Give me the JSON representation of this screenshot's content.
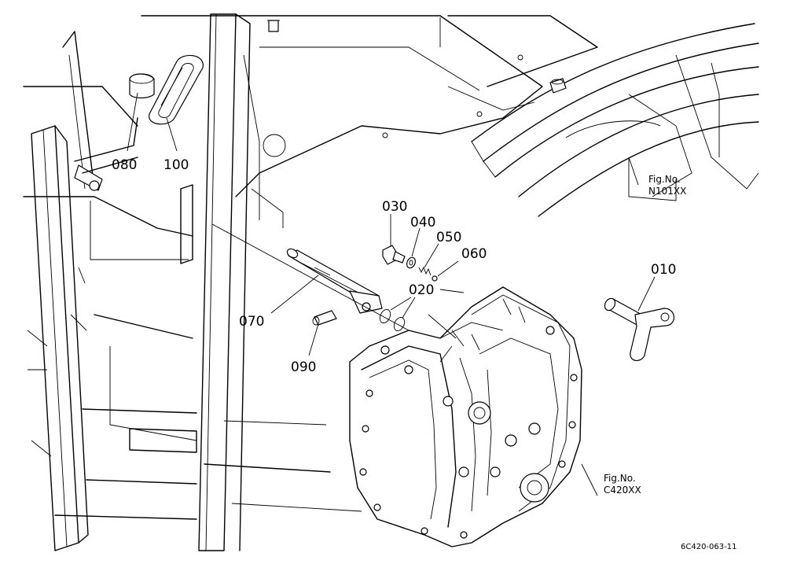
{
  "callouts": [
    {
      "key": "part_080",
      "label": "080"
    },
    {
      "key": "part_100",
      "label": "100"
    },
    {
      "key": "part_030",
      "label": "030"
    },
    {
      "key": "part_040",
      "label": "040"
    },
    {
      "key": "part_050",
      "label": "050"
    },
    {
      "key": "part_060",
      "label": "060"
    },
    {
      "key": "part_010",
      "label": "010"
    },
    {
      "key": "part_020",
      "label": "020"
    },
    {
      "key": "part_070",
      "label": "070"
    },
    {
      "key": "part_090",
      "label": "090"
    }
  ],
  "references": {
    "frame": {
      "prefix": "Fig.No.",
      "code": "N101XX"
    },
    "housing": {
      "prefix": "Fig.No.",
      "code": "C420XX"
    }
  },
  "drawing_id": "6C420-063-11"
}
